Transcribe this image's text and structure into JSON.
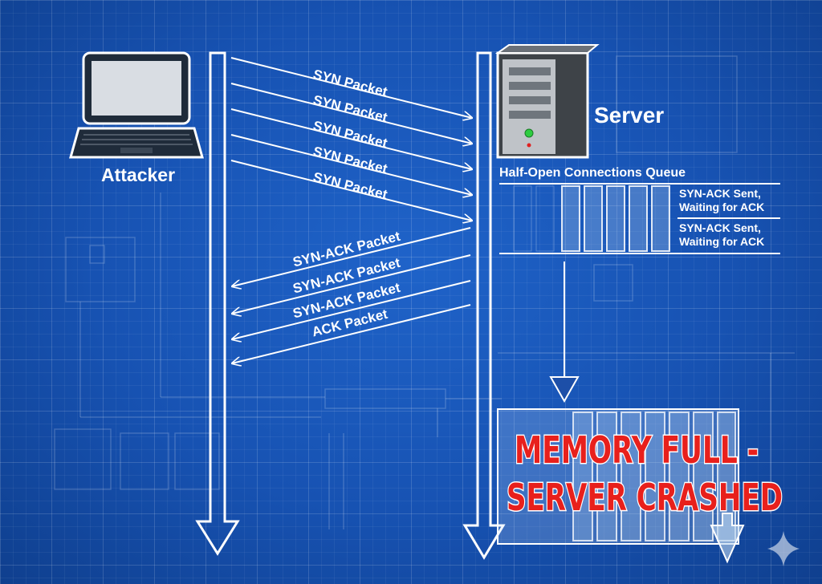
{
  "attacker": {
    "label": "Attacker"
  },
  "server": {
    "label": "Server"
  },
  "queue": {
    "title": "Half-Open Connections Queue",
    "note1_line1": "SYN-ACK Sent,",
    "note1_line2": "Waiting for ACK",
    "note2_line1": "SYN-ACK Sent,",
    "note2_line2": "Waiting for ACK"
  },
  "packets": {
    "syn": [
      "SYN Packet",
      "SYN Packet",
      "SYN Packet",
      "SYN Packet",
      "SYN Packet"
    ],
    "return": [
      "SYN-ACK Packet",
      "SYN-ACK Packet",
      "SYN-ACK Packet",
      "ACK Packet"
    ]
  },
  "crash": {
    "line1": "MEMORY FULL -",
    "line2": "SERVER CRASHED"
  },
  "colors": {
    "background": "#1752b2",
    "line": "#ffffff",
    "crash_text": "#e8201c"
  },
  "icons": [
    "laptop-icon",
    "server-icon",
    "sparkle-icon"
  ]
}
